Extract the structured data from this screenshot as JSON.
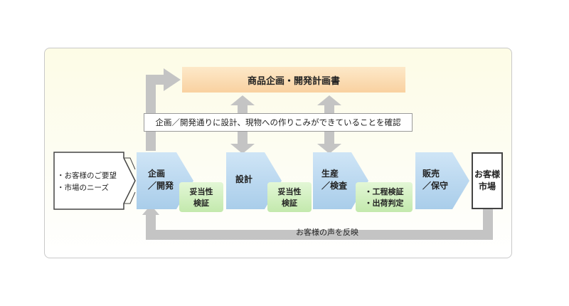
{
  "title_box": "商品企画・開発計画書",
  "confirm_text": "企画／開発通りに設計、現物への作りこみができていることを確認",
  "needs": [
    "・お客様のご要望",
    "・市場のニーズ"
  ],
  "stages": [
    {
      "line1": "企画",
      "line2": "／開発"
    },
    {
      "line1": "設計",
      "line2": ""
    },
    {
      "line1": "生産",
      "line2": "／検査"
    },
    {
      "line1": "販売",
      "line2": "／保守"
    }
  ],
  "checks": [
    {
      "line1": "妥当性",
      "line2": "検証"
    },
    {
      "line1": "妥当性",
      "line2": "検証"
    },
    {
      "line1": "・工程検証",
      "line2": "・出荷判定"
    }
  ],
  "customer": {
    "line1": "お客様",
    "line2": "市場"
  },
  "feedback_text": "お客様の声を反映",
  "colors": {
    "stage_blue_top": "#b9d8f0",
    "check_green": "#d4f0c4",
    "arrow_gray": "#c4c4c4",
    "title_orange": "#f9d1a0"
  }
}
